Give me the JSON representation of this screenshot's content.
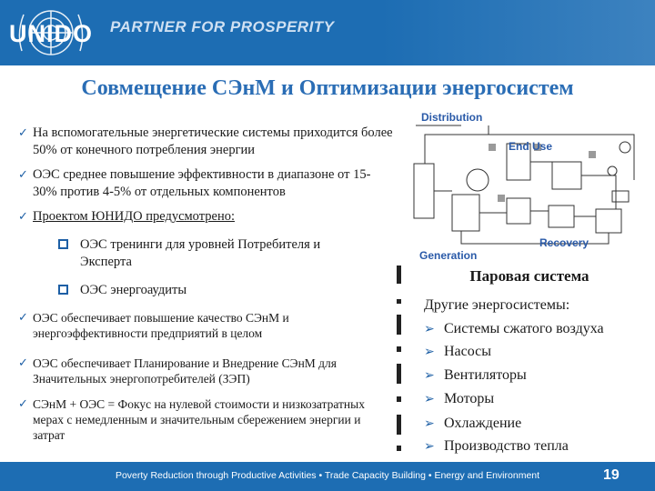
{
  "header": {
    "logo_text": "UNIDO",
    "tagline": "PARTNER FOR PROSPERITY",
    "background": "#1d6db3"
  },
  "title": "Совмещение СЭнМ и Оптимизации энергосистем",
  "left": {
    "bullets_top": [
      "На вспомогательные энергетические системы приходится более 50% от конечного потребления энергии",
      "ОЭС среднее повышение эффективности в диапазоне от 15-30% против 4-5% от отдельных компонентов",
      "Проектом ЮНИДО предусмотрено:"
    ],
    "sub_bullets": [
      "ОЭС тренинги для уровней Потребителя и Эксперта",
      "ОЭС энергоаудиты"
    ],
    "bullets_bottom": [
      "ОЭС обеспечивает повышение качество СЭнМ и энергоэффективности предприятий в целом",
      "ОЭС обеспечивает Планирование и Внедрение СЭнМ для Значительных энергопотребителей (ЗЭП)",
      "СЭнМ + ОЭС = Фокус на нулевой стоимости и низкозатратных мерах с немедленным и значительным сбережением энергии и затрат"
    ]
  },
  "diagram": {
    "labels": [
      "Distribution",
      "End Use",
      "Recovery",
      "Generation"
    ]
  },
  "right": {
    "title": "Паровая система",
    "subtitle": "Другие энергосистемы:",
    "items": [
      "Системы сжатого воздуха",
      "Насосы",
      "Вентиляторы",
      "Моторы",
      "Охлаждение",
      "Производство тепла"
    ]
  },
  "footer": {
    "text": "Poverty Reduction through Productive Activities  •  Trade Capacity Building  •  Energy and Environment",
    "page_number": "19"
  }
}
